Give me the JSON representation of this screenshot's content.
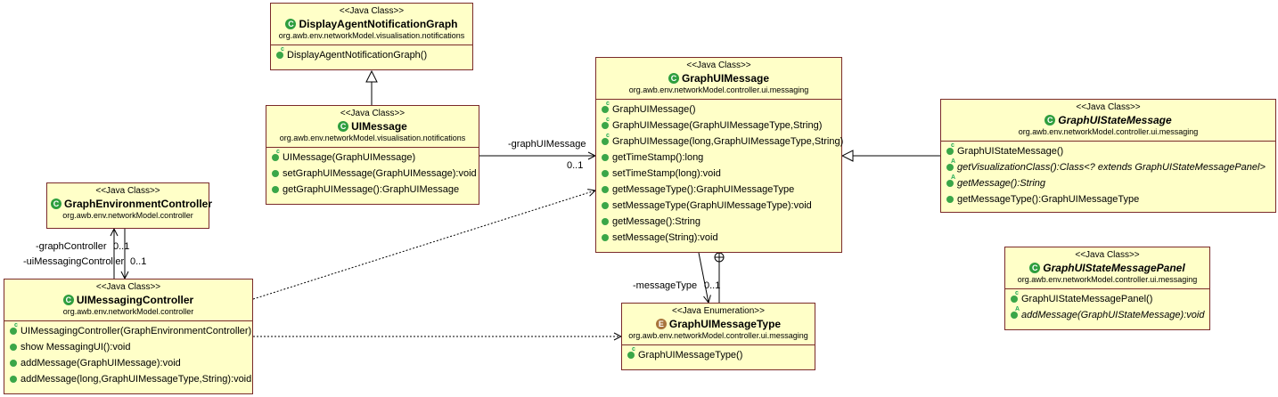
{
  "stereotypes": {
    "java_class": "<<Java Class>>",
    "java_enumeration": "<<Java Enumeration>>"
  },
  "classes": {
    "display_agent_notification_graph": {
      "name": "DisplayAgentNotificationGraph",
      "package": "org.awb.env.networkModel.visualisation.notifications",
      "ops": [
        "DisplayAgentNotificationGraph()"
      ]
    },
    "ui_message": {
      "name": "UIMessage",
      "package": "org.awb.env.networkModel.visualisation.notifications",
      "ops": [
        "UIMessage(GraphUIMessage)",
        "setGraphUIMessage(GraphUIMessage):void",
        "getGraphUIMessage():GraphUIMessage"
      ]
    },
    "graph_ui_message": {
      "name": "GraphUIMessage",
      "package": "org.awb.env.networkModel.controller.ui.messaging",
      "ops": [
        "GraphUIMessage()",
        "GraphUIMessage(GraphUIMessageType,String)",
        "GraphUIMessage(long,GraphUIMessageType,String)",
        "getTimeStamp():long",
        "setTimeStamp(long):void",
        "getMessageType():GraphUIMessageType",
        "setMessageType(GraphUIMessageType):void",
        "getMessage():String",
        "setMessage(String):void"
      ]
    },
    "graph_ui_state_message": {
      "name": "GraphUIStateMessage",
      "package": "org.awb.env.networkModel.controller.ui.messaging",
      "ops": [
        "GraphUIStateMessage()",
        "getVisualizationClass():Class<? extends GraphUIStateMessagePanel>",
        "getMessage():String",
        "getMessageType():GraphUIMessageType"
      ]
    },
    "graph_environment_controller": {
      "name": "GraphEnvironmentController",
      "package": "org.awb.env.networkModel.controller"
    },
    "ui_messaging_controller": {
      "name": "UIMessagingController",
      "package": "org.awb.env.networkModel.controller",
      "ops": [
        "UIMessagingController(GraphEnvironmentController)",
        "show MessagingUI():void",
        "addMessage(GraphUIMessage):void",
        "addMessage(long,GraphUIMessageType,String):void"
      ]
    },
    "graph_ui_message_type": {
      "name": "GraphUIMessageType",
      "package": "org.awb.env.networkModel.controller.ui.messaging",
      "ops": [
        "GraphUIMessageType()"
      ]
    },
    "graph_ui_state_message_panel": {
      "name": "GraphUIStateMessagePanel",
      "package": "org.awb.env.networkModel.controller.ui.messaging",
      "ops": [
        "GraphUIStateMessagePanel()",
        "addMessage(GraphUIStateMessage):void"
      ]
    }
  },
  "edge_labels": {
    "graph_ui_message_role": "-graphUIMessage",
    "graph_ui_message_mult": "0..1",
    "graph_controller_role": "-graphController",
    "graph_controller_mult": "0..1",
    "ui_messaging_controller_role": "-uiMessagingController",
    "ui_messaging_controller_mult": "0..1",
    "message_type_role": "-messageType",
    "message_type_mult": "0..1"
  },
  "icons": {
    "class": "C",
    "enum": "E",
    "constructor_mark": "c",
    "abstract_mark": "A"
  },
  "colors": {
    "box_fill": "#ffffc8",
    "box_border": "#7a2a2a",
    "class_icon": "#2e9e3e",
    "enum_icon": "#a8743c"
  }
}
